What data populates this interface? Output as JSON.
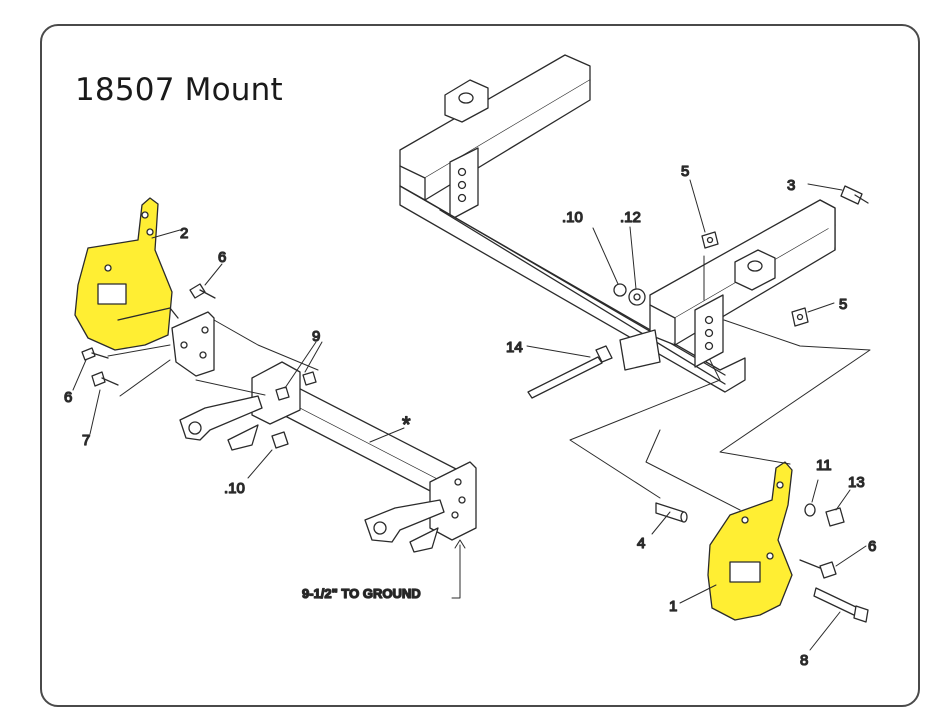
{
  "title": "18507 Mount",
  "colors": {
    "highlight": "#ffee33",
    "line": "#2b2b2b",
    "frame": "#4a4a4a"
  },
  "callouts": {
    "c1": "1",
    "c2": "2",
    "c3": "3",
    "c4": "4",
    "c5a": "5",
    "c5b": "5",
    "c6a": "6",
    "c6b": "6",
    "c6c": "6",
    "c7": "7",
    "c8": "8",
    "c9": "9",
    "c10a": ".10",
    "c10b": ".10",
    "c11": "11",
    "c12": ".12",
    "c13": "13",
    "c14": "14",
    "star": "*"
  },
  "note": "9-1/2\" TO GROUND"
}
